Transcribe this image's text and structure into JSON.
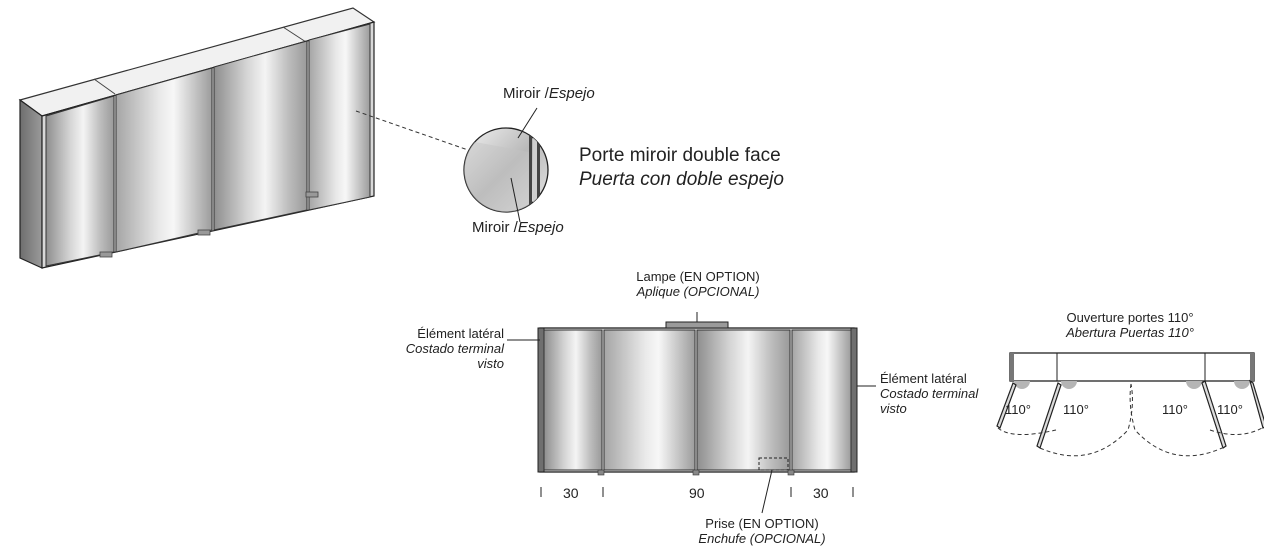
{
  "callouts": {
    "mirror_top": {
      "fr": "Miroir",
      "sep": " /",
      "es": "Espejo"
    },
    "mirror_bottom": {
      "fr": "Miroir",
      "sep": " /",
      "es": "Espejo"
    },
    "door_fr": "Porte miroir double face",
    "door_es": "Puerta con doble espejo"
  },
  "front_view": {
    "lamp_fr": "Lampe (EN OPTION)",
    "lamp_es": "Aplique (OPCIONAL)",
    "side_left_fr": "Élément latéral",
    "side_left_es_1": "Costado terminal",
    "side_left_es_2": "visto",
    "side_right_fr": "Élément latéral",
    "side_right_es_1": "Costado terminal",
    "side_right_es_2": "visto",
    "socket_fr": "Prise (EN OPTION)",
    "socket_es": "Enchufe (OPCIONAL)",
    "dims": [
      "30",
      "90",
      "30"
    ]
  },
  "plan_view": {
    "title_fr": "Ouverture portes 110°",
    "title_es": "Abertura Puertas 110°",
    "angles": [
      "110°",
      "110°",
      "110°",
      "110°"
    ]
  }
}
